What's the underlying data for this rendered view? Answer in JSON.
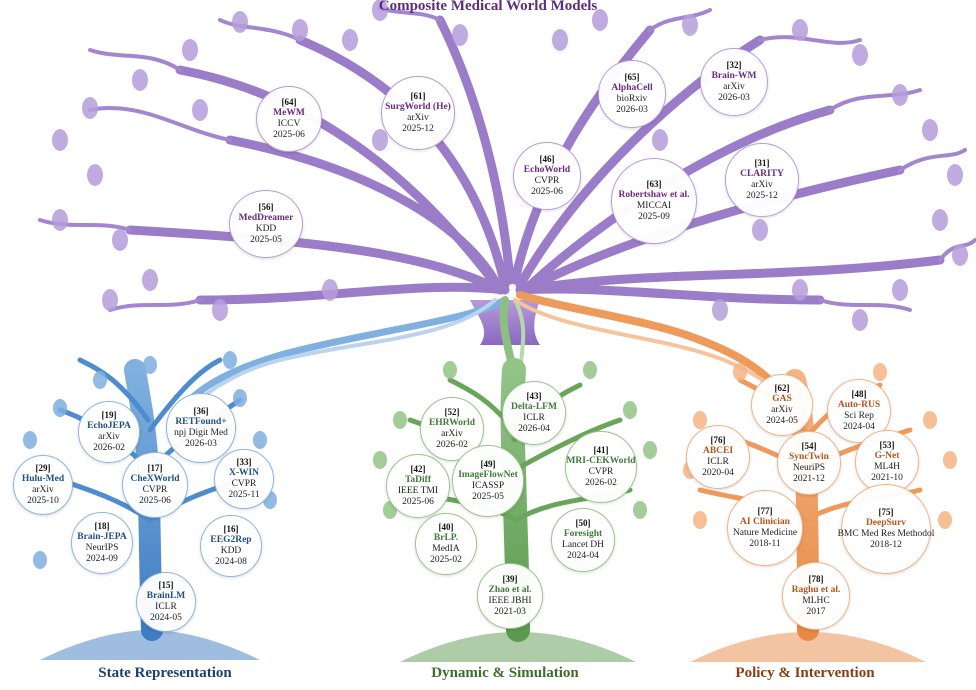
{
  "titles": {
    "top": "Composite Medical World Models",
    "blue": "State Representation",
    "green": "Dynamic & Simulation",
    "orange": "Policy & Intervention"
  },
  "colors": {
    "purple": "#9b7cc9",
    "blue": "#4f8ccd",
    "green": "#6aa65a",
    "orange": "#ee9a5b"
  },
  "nodes": {
    "n64": {
      "ref": "[64]",
      "name": "MeWM",
      "venue": "ICCV",
      "date": "2025-06"
    },
    "n61": {
      "ref": "[61]",
      "name": "SurgWorld (He)",
      "venue": "arXiv",
      "date": "2025-12"
    },
    "n65": {
      "ref": "[65]",
      "name": "AlphaCell",
      "venue": "bioRxiv",
      "date": "2026-03"
    },
    "n32": {
      "ref": "[32]",
      "name": "Brain-WM",
      "venue": "arXiv",
      "date": "2026-03"
    },
    "n46": {
      "ref": "[46]",
      "name": "EchoWorld",
      "venue": "CVPR",
      "date": "2025-06"
    },
    "n63": {
      "ref": "[63]",
      "name": "Robertshaw et al.",
      "venue": "MICCAI",
      "date": "2025-09"
    },
    "n31": {
      "ref": "[31]",
      "name": "CLARITY",
      "venue": "arXiv",
      "date": "2025-12"
    },
    "n56": {
      "ref": "[56]",
      "name": "MedDreamer",
      "venue": "KDD",
      "date": "2025-05"
    },
    "n19": {
      "ref": "[19]",
      "name": "EchoJEPA",
      "venue": "arXiv",
      "date": "2026-02"
    },
    "n36": {
      "ref": "[36]",
      "name": "RETFound+",
      "venue": "npj Digit Med",
      "date": "2026-03"
    },
    "n29": {
      "ref": "[29]",
      "name": "Hulu-Med",
      "venue": "arXiv",
      "date": "2025-10"
    },
    "n17": {
      "ref": "[17]",
      "name": "CheXWorld",
      "venue": "CVPR",
      "date": "2025-06"
    },
    "n33": {
      "ref": "[33]",
      "name": "X-WIN",
      "venue": "CVPR",
      "date": "2025-11"
    },
    "n18": {
      "ref": "[18]",
      "name": "Brain-JEPA",
      "venue": "NeurIPS",
      "date": "2024-09"
    },
    "n16": {
      "ref": "[16]",
      "name": "EEG2Rep",
      "venue": "KDD",
      "date": "2024-08"
    },
    "n15": {
      "ref": "[15]",
      "name": "BrainLM",
      "venue": "ICLR",
      "date": "2024-05"
    },
    "n43": {
      "ref": "[43]",
      "name": "Delta-LFM",
      "venue": "ICLR",
      "date": "2026-04"
    },
    "n52": {
      "ref": "[52]",
      "name": "EHRWorld",
      "venue": "arXiv",
      "date": "2026-02"
    },
    "n42": {
      "ref": "[42]",
      "name": "TaDiff",
      "venue": "IEEE TMI",
      "date": "2025-06"
    },
    "n49": {
      "ref": "[49]",
      "name": "ImageFlowNet",
      "venue": "ICASSP",
      "date": "2025-05"
    },
    "n41": {
      "ref": "[41]",
      "name": "MRI-CEKWorld",
      "venue": "CVPR",
      "date": "2026-02"
    },
    "n40": {
      "ref": "[40]",
      "name": "BrLP.",
      "venue": "MedIA",
      "date": "2025-02"
    },
    "n50": {
      "ref": "[50]",
      "name": "Foresight",
      "venue": "Lancet DH",
      "date": "2024-04"
    },
    "n39": {
      "ref": "[39]",
      "name": "Zhao et al.",
      "venue": "IEEE JBHI",
      "date": "2021-03"
    },
    "n62": {
      "ref": "[62]",
      "name": "GAS",
      "venue": "arXiv",
      "date": "2024-05"
    },
    "n48": {
      "ref": "[48]",
      "name": "Auto-RUS",
      "venue": "Sci Rep",
      "date": "2024-04"
    },
    "n76": {
      "ref": "[76]",
      "name": "ABCEI",
      "venue": "ICLR",
      "date": "2020-04"
    },
    "n54": {
      "ref": "[54]",
      "name": "SyncTwin",
      "venue": "NeuriPS",
      "date": "2021-12"
    },
    "n53": {
      "ref": "[53]",
      "name": "G-Net",
      "venue": "ML4H",
      "date": "2021-10"
    },
    "n77": {
      "ref": "[77]",
      "name": "AI Clinician",
      "venue": "Nature Medicine",
      "date": "2018-11"
    },
    "n75": {
      "ref": "[75]",
      "name": "DeepSurv",
      "venue": "BMC Med Res Methodol",
      "date": "2018-12"
    },
    "n78": {
      "ref": "[78]",
      "name": "Raghu et al.",
      "venue": "MLHC",
      "date": "2017"
    }
  }
}
